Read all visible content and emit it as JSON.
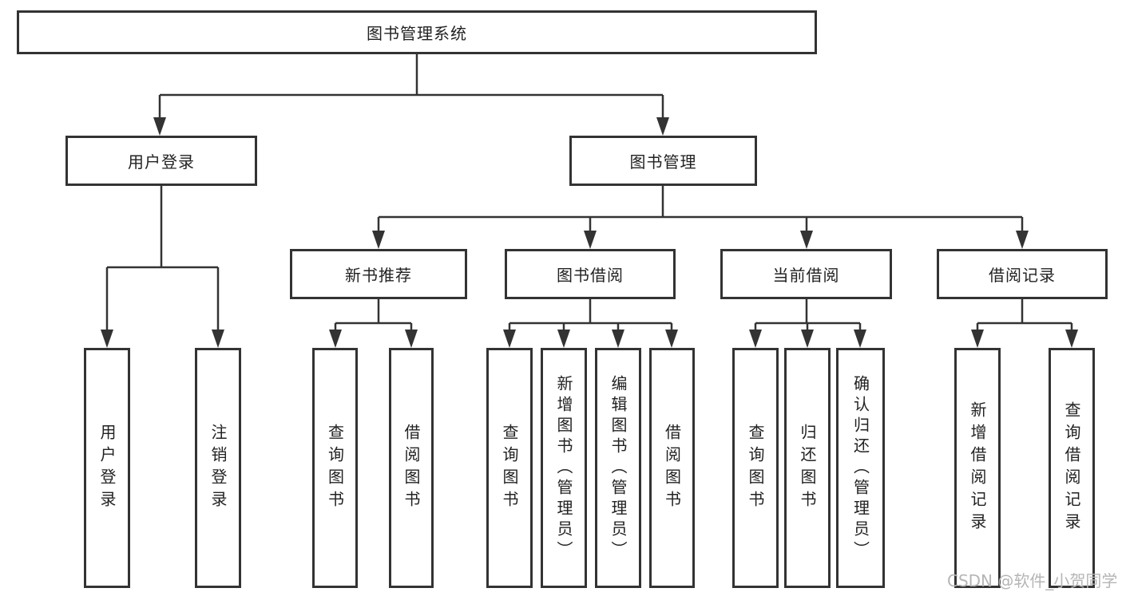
{
  "tree": {
    "label": "图书管理系统",
    "children": [
      {
        "label": "用户登录",
        "children": [
          {
            "label": "用户登录"
          },
          {
            "label": "注销登录"
          }
        ]
      },
      {
        "label": "图书管理",
        "children": [
          {
            "label": "新书推荐",
            "children": [
              {
                "label": "查询图书"
              },
              {
                "label": "借阅图书"
              }
            ]
          },
          {
            "label": "图书借阅",
            "children": [
              {
                "label": "查询图书"
              },
              {
                "label": "新增图书（管理员）"
              },
              {
                "label": "编辑图书（管理员）"
              },
              {
                "label": "借阅图书"
              }
            ]
          },
          {
            "label": "当前借阅",
            "children": [
              {
                "label": "查询图书"
              },
              {
                "label": "归还图书"
              },
              {
                "label": "确认归还（管理员）"
              }
            ]
          },
          {
            "label": "借阅记录",
            "children": [
              {
                "label": "新增借阅记录"
              },
              {
                "label": "查询借阅记录"
              }
            ]
          }
        ]
      }
    ]
  },
  "watermark": "CSDN @软件_小贺同学",
  "colors": {
    "line": "#333333",
    "text": "#222222",
    "watermark_text": "#b5b5b5",
    "background": "#ffffff"
  }
}
